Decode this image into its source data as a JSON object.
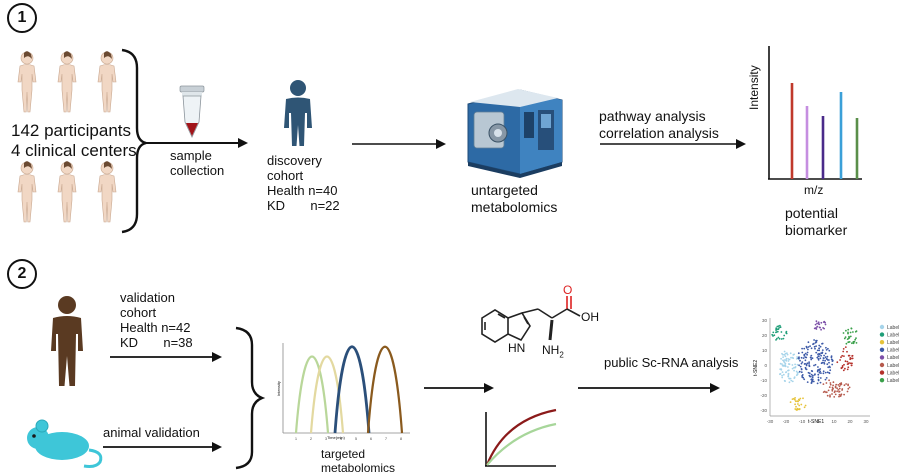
{
  "steps": [
    "1",
    "2"
  ],
  "section1": {
    "participants": "142 participants",
    "centers": "4 clinical centers",
    "sample": [
      "sample",
      "collection"
    ],
    "discovery": [
      "discovery",
      "cohort",
      "Health n=40",
      "KD       n=22"
    ],
    "untargeted": [
      "untargeted",
      "metabolomics"
    ],
    "analysis": [
      "pathway analysis",
      "correlation analysis"
    ],
    "spectrum": {
      "ylabel": "Intensity",
      "xlabel": "m/z",
      "peak_colors": [
        "#c0392b",
        "#c58ee0",
        "#4a2a8a",
        "#3ba0d8",
        "#5a8f4a"
      ]
    },
    "biomarker": [
      "potential",
      "biomarker"
    ]
  },
  "section2": {
    "validation": [
      "validation",
      "cohort",
      "Health n=42",
      "KD       n=38"
    ],
    "animal": "animal validation",
    "chromatogram": {
      "xlabel": "Time(min)",
      "ylabel": "Intensity",
      "xticks": [
        "1",
        "2",
        "3",
        "4",
        "5",
        "6",
        "7",
        "8"
      ],
      "peak_colors": [
        "#b9d79a",
        "#e3d9a0",
        "#2b4f7a",
        "#8a5a1e"
      ]
    },
    "targeted": [
      "targeted",
      "metabolomics"
    ],
    "molecule": {
      "o": "O",
      "oh": "OH",
      "hn": "HN",
      "nh2": "NH",
      "nh2_sub": "2"
    },
    "curve_colors": [
      "#8b1a1a",
      "#a7d69a"
    ],
    "scrna": "public Sc-RNA analysis",
    "tsne": {
      "xlabel": "t-SNE1",
      "ylabel": "t-SNE2",
      "xticks": [
        "-30",
        "-20",
        "-10",
        "0",
        "10",
        "20",
        "30"
      ],
      "yticks": [
        "30",
        "20",
        "10",
        "0",
        "-10",
        "-20",
        "-30"
      ],
      "legend": [
        "Label",
        "Label",
        "Label",
        "Label",
        "Label",
        "Label",
        "Label",
        "Label"
      ],
      "colors": [
        "#a6d4ea",
        "#1f9e78",
        "#e6c33a",
        "#3d5aa8",
        "#7c4fa8",
        "#b65a4d",
        "#b5312b",
        "#3aa04a"
      ]
    }
  },
  "colors": {
    "discovery_person": "#2f5575",
    "validation_person": "#5a3a22",
    "mouse": "#3ec6d8"
  }
}
